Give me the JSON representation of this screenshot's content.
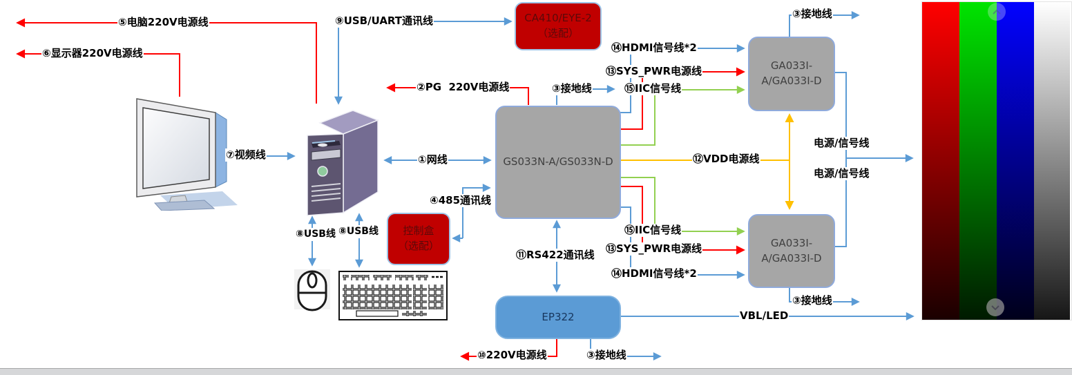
{
  "diagram": {
    "nodes": {
      "ca410": {
        "line1": "CA410/EYE-2",
        "line2": "（选配）"
      },
      "control_box": {
        "line1": "控制盒",
        "line2": "（选配）"
      },
      "gs033n": {
        "label": "GS033N-A/GS033N-D"
      },
      "ga033i_top": {
        "line1": "GA033I-",
        "line2": "A/GA033I-D"
      },
      "ga033i_bottom": {
        "line1": "GA033I-",
        "line2": "A/GA033I-D"
      },
      "ep322": {
        "label": "EP322"
      }
    },
    "labels": {
      "power_pc": "⑤电脑220V电源线",
      "power_monitor": "⑥显示器220V电源线",
      "usb_uart": "⑨USB/UART通讯线",
      "pg_power": "②PG  220V电源线",
      "ground_mid": "③接地线",
      "hdmi_top": "⑭HDMI信号线*2",
      "sys_pwr_top": "⑬SYS_PWR电源线",
      "iic_top": "⑮IIC信号线",
      "vdd": "⑫VDD电源线",
      "iic_bottom": "⑮IIC信号线",
      "sys_pwr_bottom": "⑬SYS_PWR电源线",
      "hdmi_bottom": "⑭HDMI信号线*2",
      "net": "①网线",
      "video": "⑦视频线",
      "rs485": "④485通讯线",
      "usb_mouse": "⑧USB线",
      "usb_keyboard": "⑧USB线",
      "rs422": "⑪RS422通讯线",
      "power_ep322": "⑩220V电源线",
      "ground_ep322": "③接地线",
      "vbl": "VBL/LED",
      "ground_ga_top": "③接地线",
      "ground_ga_bottom": "③接地线",
      "power_signal_1": "电源/信号线",
      "power_signal_2": "电源/信号线"
    },
    "colors": {
      "line_blue": "#5B9BD5",
      "line_red": "#FF0000",
      "line_green": "#92D050",
      "line_orange": "#FFC000",
      "node_gray": "#A6A6A6",
      "node_red": "#C00000",
      "node_blue": "#5B9BD5",
      "bar_red_top": "#FF0000",
      "bar_red_bottom": "#1A0000",
      "bar_green_top": "#00E400",
      "bar_green_bottom": "#001A00",
      "bar_blue_top": "#0202FF",
      "bar_blue_bottom": "#00001A",
      "bar_white_top": "#FFFFFF",
      "bar_white_bottom": "#161616"
    }
  }
}
